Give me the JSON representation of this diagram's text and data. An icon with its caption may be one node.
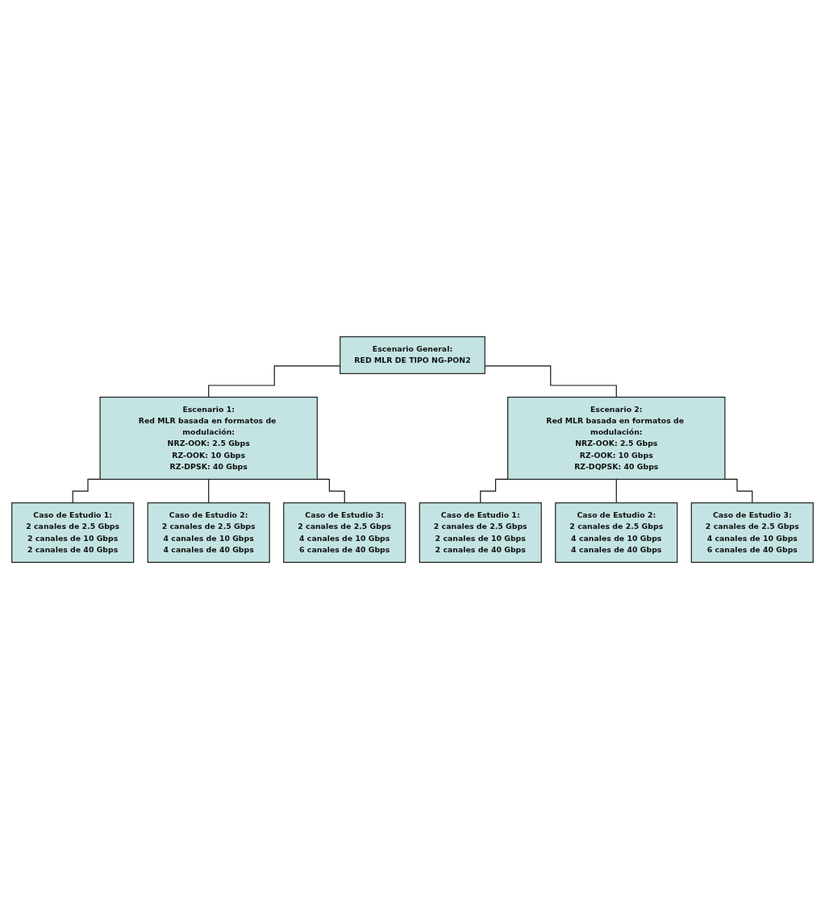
{
  "diagram": {
    "nodes": [
      {
        "text": [
          "Escenario General:",
          "RED MLR DE TIPO NG-PON2"
        ]
      },
      {
        "text": [
          "Escenario 1:",
          "Red MLR basada en formatos de modulación:",
          "NRZ-OOK: 2.5 Gbps",
          "RZ-OOK: 10 Gbps",
          "RZ-DPSK: 40 Gbps"
        ]
      },
      {
        "text": [
          "Escenario 2:",
          "Red MLR basada en formatos de modulación:",
          "NRZ-OOK: 2.5 Gbps",
          "RZ-OOK: 10 Gbps",
          "RZ-DQPSK: 40 Gbps"
        ]
      },
      {
        "text": [
          "Caso de Estudio 1:",
          "2 canales de 2.5 Gbps",
          "2 canales de 10 Gbps",
          "2 canales de 40 Gbps"
        ]
      },
      {
        "text": [
          "Caso de Estudio 1:",
          "2 canales de 2.5 Gbps",
          "2 canales de 10 Gbps",
          "2 canales de 40 Gbps"
        ]
      },
      {
        "text": [
          "Caso de Estudio 2:",
          "2 canales de 2.5 Gbps",
          "4 canales de 10 Gbps",
          "4 canales de 40 Gbps"
        ]
      },
      {
        "text": [
          "Caso de Estudio 2:",
          "2 canales de 2.5 Gbps",
          "4 canales de 10 Gbps",
          "4 canales de 40 Gbps"
        ]
      },
      {
        "text": [
          "Caso de Estudio 3:",
          "2 canales de 2.5 Gbps",
          "4 canales de 10 Gbps",
          "6 canales de 40 Gbps"
        ]
      },
      {
        "text": [
          "Caso de Estudio 3:",
          "2 canales de 2.5 Gbps",
          "4 canales de 10 Gbps",
          "6 canales de 40 Gbps"
        ]
      }
    ],
    "edges": [
      {
        "from": 0,
        "to": 1,
        "arrow": "none"
      },
      {
        "from": 0,
        "to": 2,
        "arrow": "none"
      },
      {
        "from": 1,
        "to": 3,
        "arrow": "none"
      },
      {
        "from": 1,
        "to": 5,
        "arrow": "none"
      },
      {
        "from": 1,
        "to": 7,
        "arrow": "none"
      },
      {
        "from": 2,
        "to": 4,
        "arrow": "none"
      },
      {
        "from": 2,
        "to": 6,
        "arrow": "none"
      },
      {
        "from": 2,
        "to": 8,
        "arrow": "none"
      }
    ]
  }
}
